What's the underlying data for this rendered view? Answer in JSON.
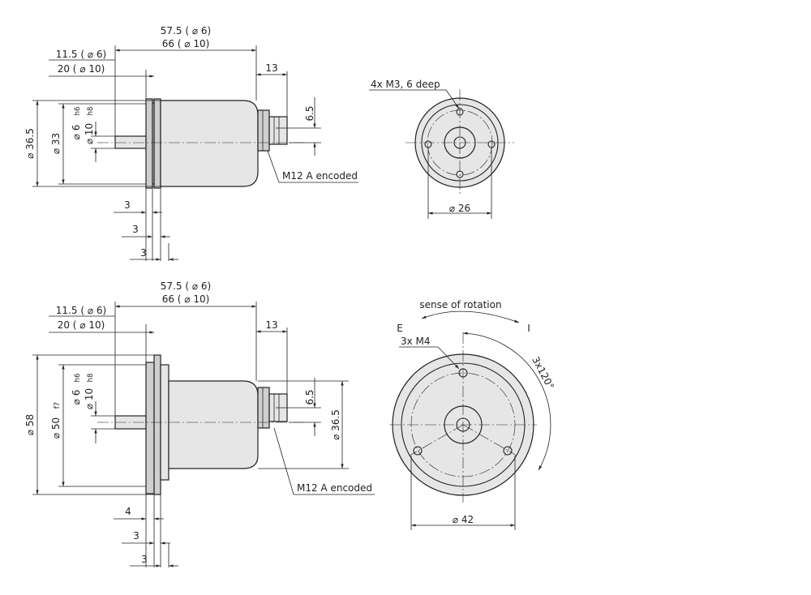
{
  "top_side": {
    "len_short": "57.5 ( ⌀ 6)",
    "len_long": "66 ( ⌀ 10)",
    "shaft_short": "11.5 ( ⌀ 6)",
    "shaft_long": "20 ( ⌀ 10)",
    "conn_len": "13",
    "conn_offset": "6.5",
    "dia_outer": "⌀ 36.5",
    "dia_inner": "⌀ 33",
    "shaft_d6": "⌀ 6",
    "shaft_d6_tol": "h6",
    "shaft_d10": "⌀ 10",
    "shaft_d10_tol": "h8",
    "connector": "M12  A encoded",
    "flange_1": "3",
    "flange_2": "3",
    "flange_3": "3"
  },
  "top_front": {
    "holes": "4x M3, 6  deep",
    "bolt_circle": "⌀ 26"
  },
  "bottom_side": {
    "len_short": "57.5 ( ⌀ 6)",
    "len_long": "66 ( ⌀ 10)",
    "shaft_short": "11.5 ( ⌀ 6)",
    "shaft_long": "20 ( ⌀ 10)",
    "conn_len": "13",
    "conn_offset": "6.5",
    "dia_outer": "⌀ 58",
    "dia_inner": "⌀ 50",
    "dia_inner_tol": "f7",
    "shaft_d6": "⌀ 6",
    "shaft_d6_tol": "h6",
    "shaft_d10": "⌀ 10",
    "shaft_d10_tol": "h8",
    "body_dia": "⌀ 36.5",
    "connector": "M12  A encoded",
    "flange_1": "4",
    "flange_2": "3",
    "flange_3": "3"
  },
  "bottom_front": {
    "rotation": "sense of rotation",
    "dir_e": "E",
    "dir_i": "I",
    "holes": "3x M4",
    "angle": "3x120°",
    "bolt_circle": "⌀ 42"
  }
}
